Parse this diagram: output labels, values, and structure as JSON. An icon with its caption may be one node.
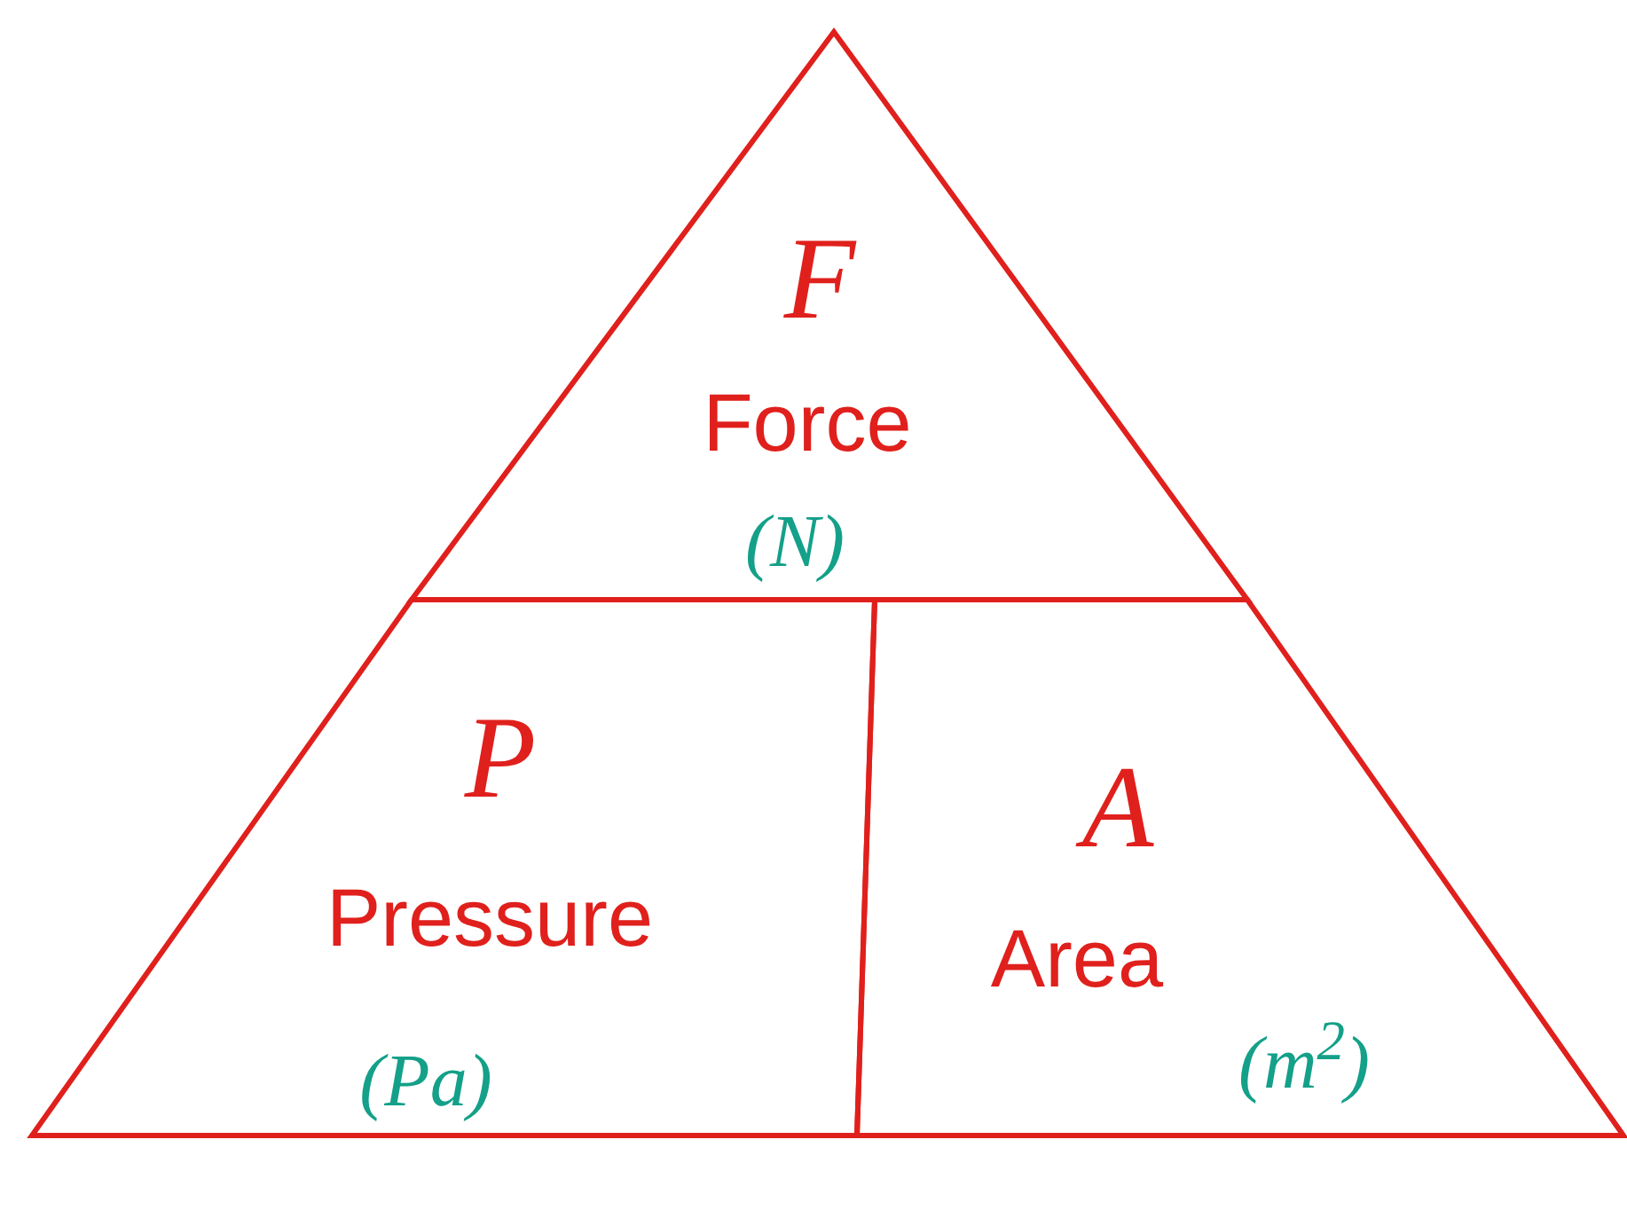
{
  "diagram": {
    "nodes": [
      {
        "text": [
          "F",
          "Force",
          "(N)"
        ]
      },
      {
        "text": [
          "P",
          "Pressure",
          "(Pa)"
        ]
      },
      {
        "text": [
          "A",
          "Area",
          "(m$^{2}$)"
        ]
      }
    ]
  }
}
